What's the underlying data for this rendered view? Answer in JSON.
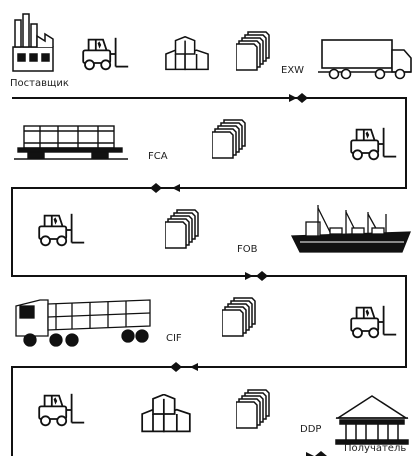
{
  "labels": {
    "supplier": "Поставщик",
    "exw": "EXW",
    "fca": "FCA",
    "fob": "FOB",
    "cif": "CIF",
    "ddp": "DDP",
    "recipient": "Получатель"
  },
  "rows": [
    {
      "term": "EXW",
      "icons": [
        "factory-icon",
        "forklift-icon",
        "boxes-icon",
        "documents-icon",
        "truck-icon"
      ]
    },
    {
      "term": "FCA",
      "icons": [
        "rail-wagon-icon",
        "documents-icon",
        "forklift-icon"
      ]
    },
    {
      "term": "FOB",
      "icons": [
        "forklift-icon",
        "documents-icon",
        "cargo-ship-icon"
      ]
    },
    {
      "term": "CIF",
      "icons": [
        "semi-truck-icon",
        "documents-icon",
        "forklift-icon"
      ]
    },
    {
      "term": "DDP",
      "icons": [
        "forklift-icon",
        "boxes-icon",
        "documents-icon",
        "warehouse-icon"
      ]
    }
  ],
  "colors": {
    "line": "#111111",
    "fill": "#ffffff"
  }
}
